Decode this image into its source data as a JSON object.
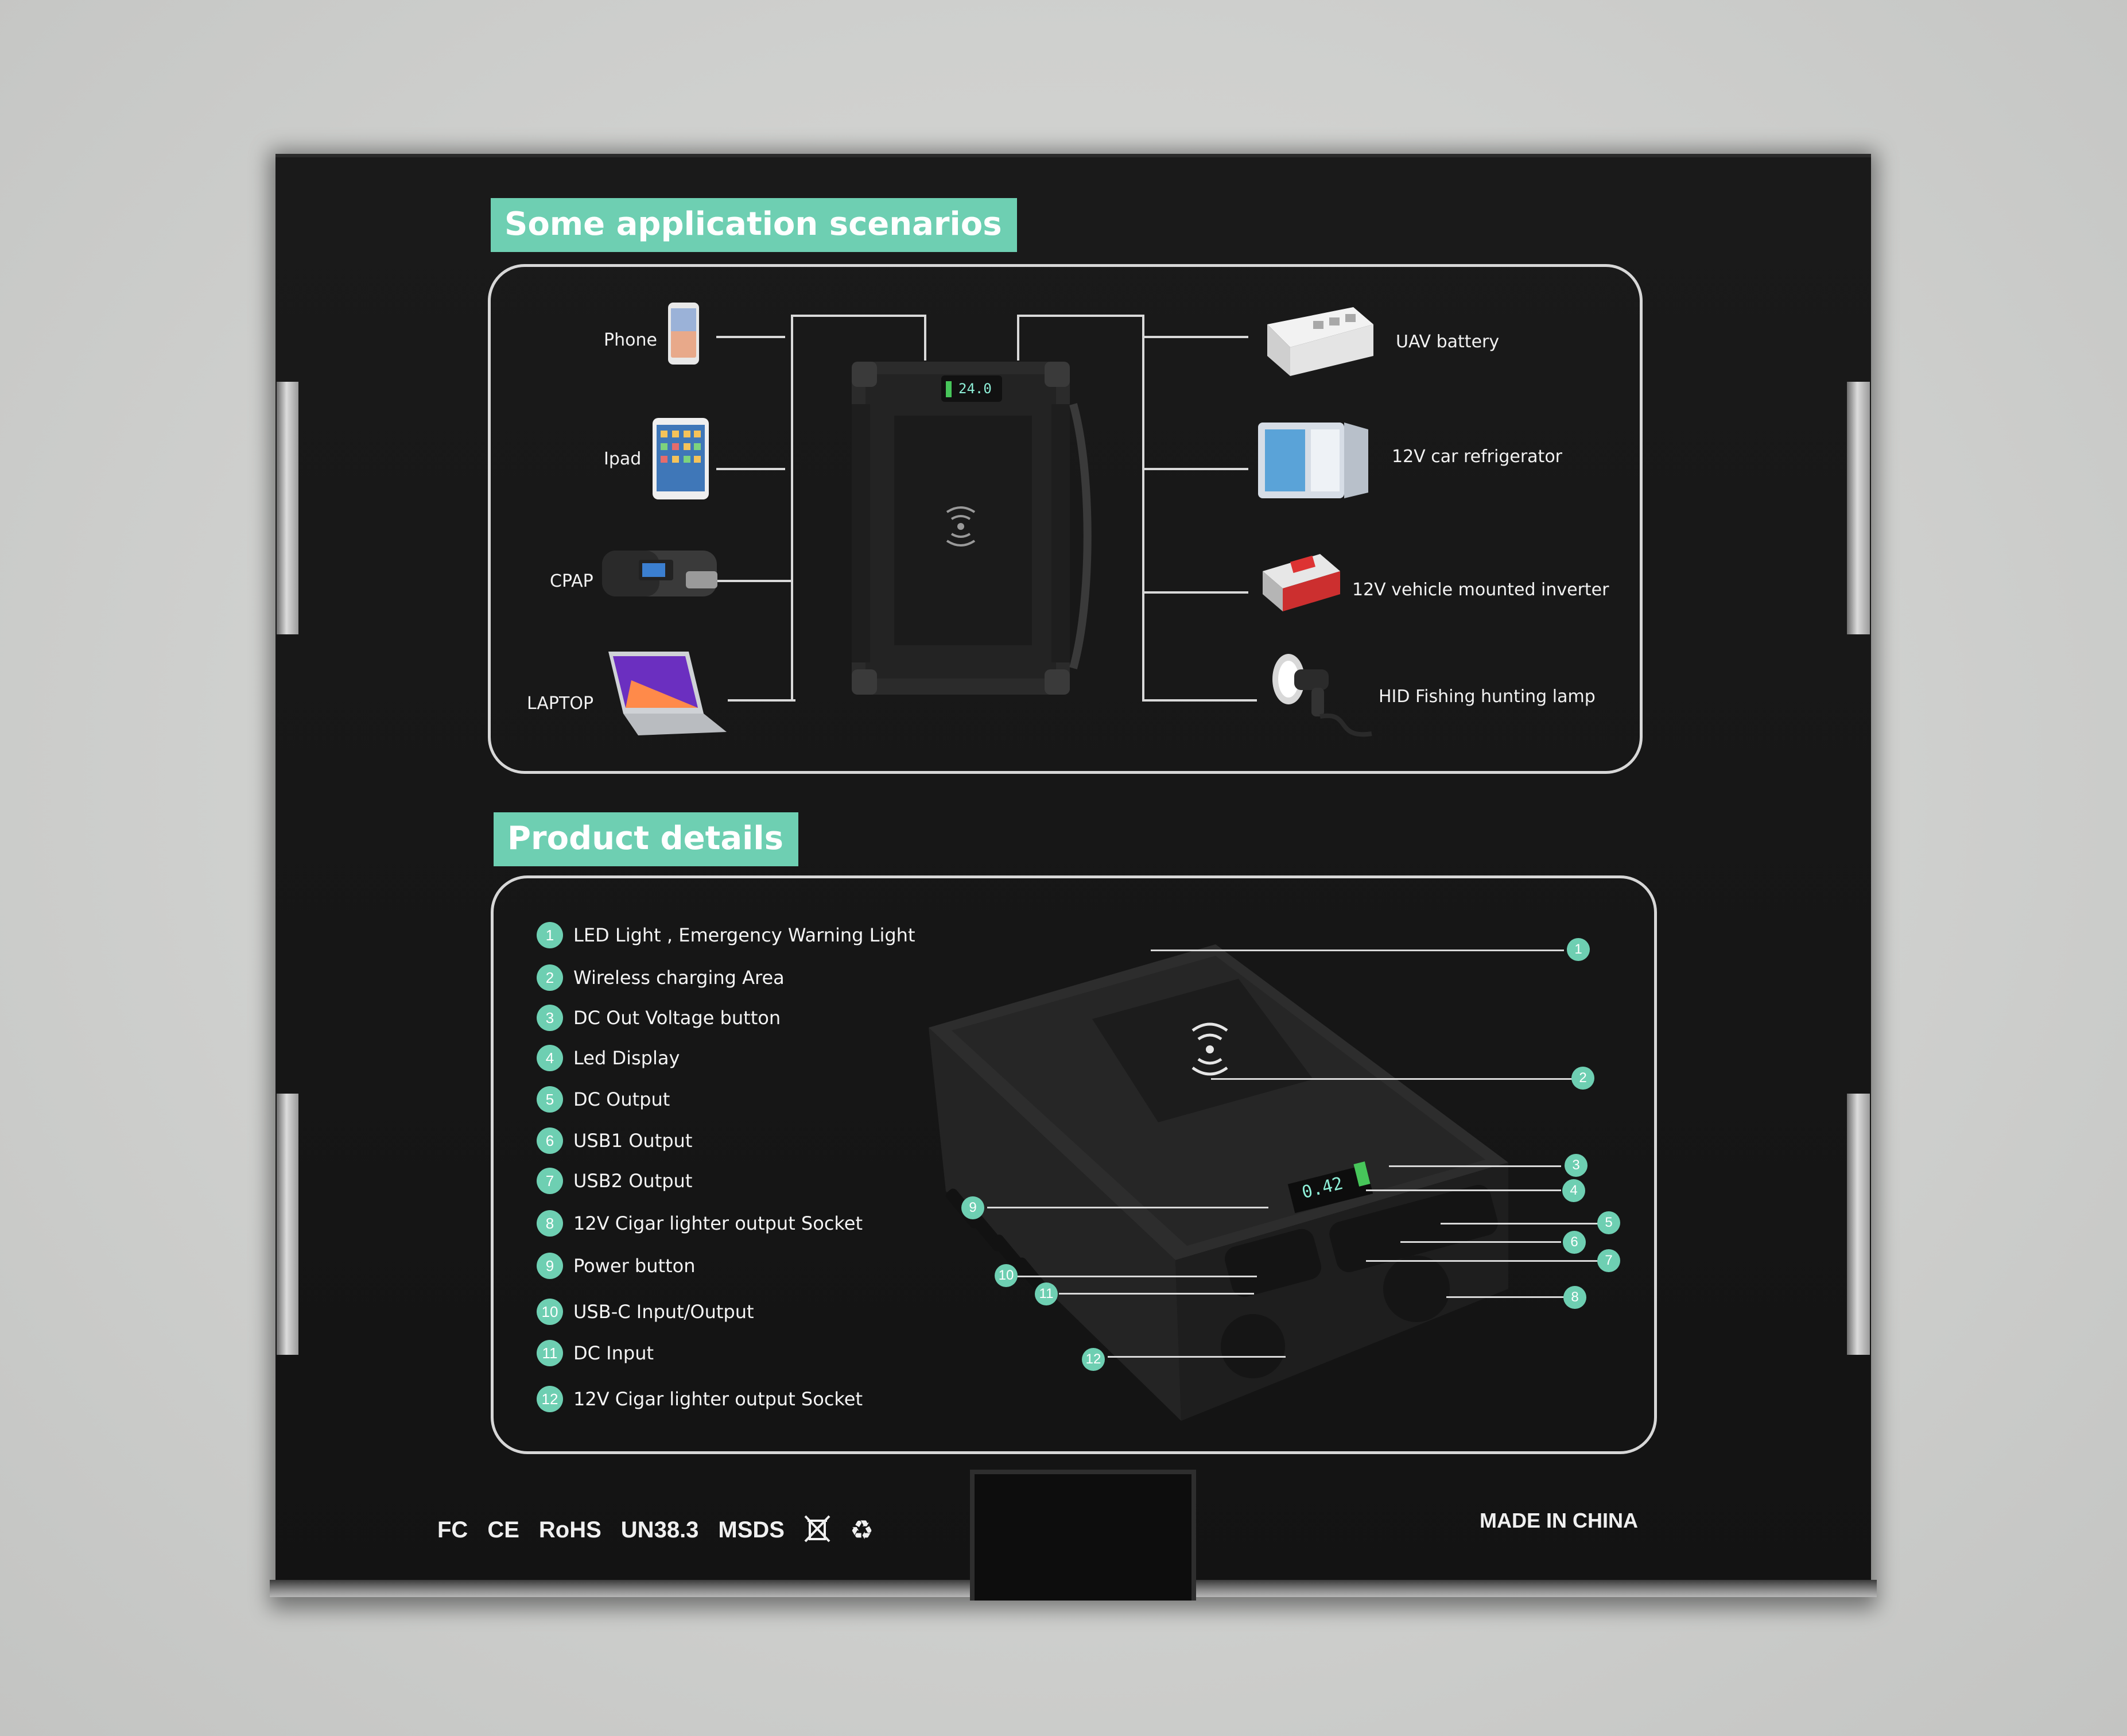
{
  "scenarios": {
    "title": "Some application scenarios",
    "left_devices": [
      "Phone",
      "Ipad",
      "CPAP",
      "LAPTOP"
    ],
    "right_devices": [
      "UAV battery",
      "12V car refrigerator",
      "12V vehicle mounted inverter",
      "HID Fishing hunting lamp"
    ],
    "display_reading": "24.0"
  },
  "details": {
    "title": "Product details",
    "items": [
      {
        "num": "1",
        "text": "LED Light , Emergency Warning Light"
      },
      {
        "num": "2",
        "text": "Wireless charging Area"
      },
      {
        "num": "3",
        "text": "DC Out Voltage button"
      },
      {
        "num": "4",
        "text": "Led Display"
      },
      {
        "num": "5",
        "text": "DC Output"
      },
      {
        "num": "6",
        "text": "USB1 Output"
      },
      {
        "num": "7",
        "text": "USB2 Output"
      },
      {
        "num": "8",
        "text": "12V Cigar lighter output Socket"
      },
      {
        "num": "9",
        "text": "Power button"
      },
      {
        "num": "10",
        "text": "USB-C Input/Output"
      },
      {
        "num": "11",
        "text": "DC Input"
      },
      {
        "num": "12",
        "text": "12V Cigar lighter output Socket"
      }
    ],
    "display_reading": "0.42"
  },
  "footer": {
    "certs": [
      "FC",
      "CE",
      "RoHS",
      "UN38.3",
      "MSDS"
    ],
    "origin": "MADE IN CHINA"
  },
  "colors": {
    "accent": "#6ecfb2",
    "box": "#161616",
    "background": "#d0d1cf"
  },
  "icons": [
    "weee-bin-icon",
    "recycle-icon",
    "wireless-charging-icon"
  ]
}
